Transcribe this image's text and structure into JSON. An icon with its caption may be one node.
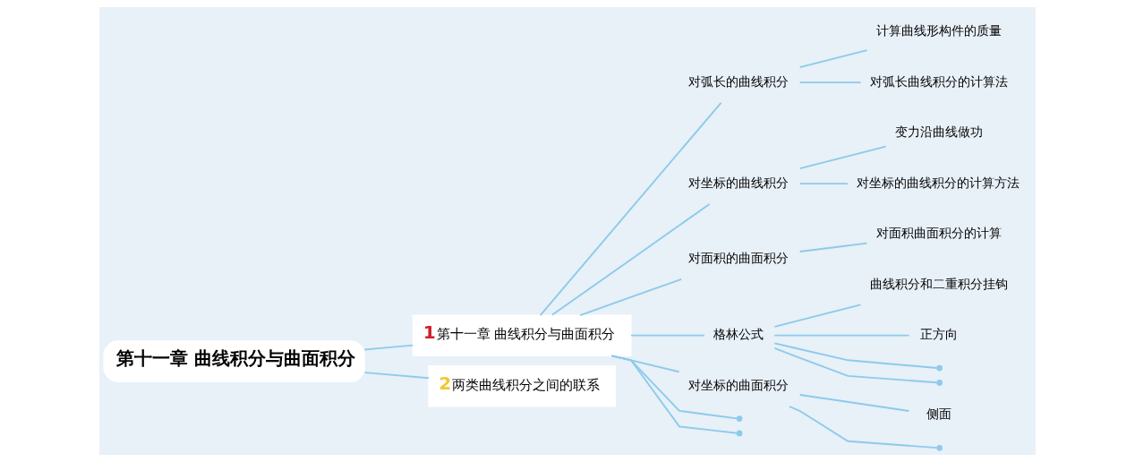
{
  "diagram": {
    "nodes": [
      {
        "text": [
          "第十一章 曲线积分与曲面积分"
        ]
      },
      {
        "text": [
          "1",
          "第十一章 曲线积分与曲面积分"
        ]
      },
      {
        "text": [
          "对弧长的曲线积分"
        ]
      },
      {
        "text": [
          "计算曲线形构件的质量"
        ]
      },
      {
        "text": [
          "对弧长曲线积分的计算法"
        ]
      },
      {
        "text": [
          "对坐标的曲线积分"
        ]
      },
      {
        "text": [
          "变力沿曲线做功"
        ]
      },
      {
        "text": [
          "对坐标的曲线积分的计算方法"
        ]
      },
      {
        "text": [
          "对面积的曲面积分"
        ]
      },
      {
        "text": [
          "对面积曲面积分的计算"
        ]
      },
      {
        "text": [
          "格林公式"
        ]
      },
      {
        "text": [
          "曲线积分和二重积分挂钩"
        ]
      },
      {
        "text": [
          "正方向"
        ]
      },
      {
        "text": [],
        "shape": "point"
      },
      {
        "text": [],
        "shape": "point"
      },
      {
        "text": [
          "对坐标的曲面积分"
        ]
      },
      {
        "text": [
          "侧面"
        ]
      },
      {
        "text": [],
        "shape": "point"
      },
      {
        "text": [],
        "shape": "point"
      },
      {
        "text": [],
        "shape": "point"
      },
      {
        "text": [
          "2",
          "两类曲线积分之间的联系"
        ]
      }
    ],
    "edges": [
      {
        "from": 0,
        "to": 1,
        "arrow": "none"
      },
      {
        "from": 0,
        "to": 20,
        "arrow": "none"
      },
      {
        "from": 1,
        "to": 2,
        "arrow": "none"
      },
      {
        "from": 1,
        "to": 5,
        "arrow": "none"
      },
      {
        "from": 1,
        "to": 8,
        "arrow": "none"
      },
      {
        "from": 1,
        "to": 10,
        "arrow": "none"
      },
      {
        "from": 1,
        "to": 15,
        "arrow": "none"
      },
      {
        "from": 1,
        "to": 18,
        "arrow": "none"
      },
      {
        "from": 1,
        "to": 19,
        "arrow": "none"
      },
      {
        "from": 2,
        "to": 3,
        "arrow": "none"
      },
      {
        "from": 2,
        "to": 4,
        "arrow": "none"
      },
      {
        "from": 5,
        "to": 6,
        "arrow": "none"
      },
      {
        "from": 5,
        "to": 7,
        "arrow": "none"
      },
      {
        "from": 8,
        "to": 9,
        "arrow": "none"
      },
      {
        "from": 10,
        "to": 11,
        "arrow": "none"
      },
      {
        "from": 10,
        "to": 12,
        "arrow": "none"
      },
      {
        "from": 10,
        "to": 13,
        "arrow": "none"
      },
      {
        "from": 10,
        "to": 14,
        "arrow": "none"
      },
      {
        "from": 15,
        "to": 16,
        "arrow": "none"
      },
      {
        "from": 15,
        "to": 17,
        "arrow": "none"
      }
    ]
  }
}
